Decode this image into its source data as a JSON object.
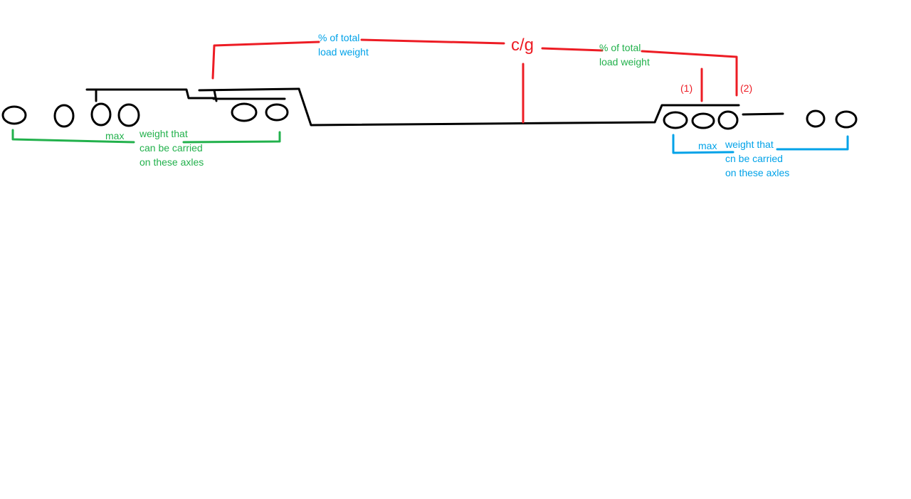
{
  "colors": {
    "ink": "#000000",
    "red": "#ed1c24",
    "green": "#22b14c",
    "blue": "#00a2e8"
  },
  "labels": {
    "cg": "c/g",
    "pct_left_line1": "% of total",
    "pct_left_line2": "load weight",
    "pct_right_line1": "% of total",
    "pct_right_line2": "load weight",
    "marker_1": "(1)",
    "marker_2": "(2)",
    "left_max": "max",
    "left_weight_line1": "weight that",
    "left_weight_line2": "can be carried",
    "left_weight_line3": "on these axles",
    "right_max": "max",
    "right_weight_line1": "weight that",
    "right_weight_line2": "cn be carried",
    "right_weight_line3": "on these axles"
  }
}
